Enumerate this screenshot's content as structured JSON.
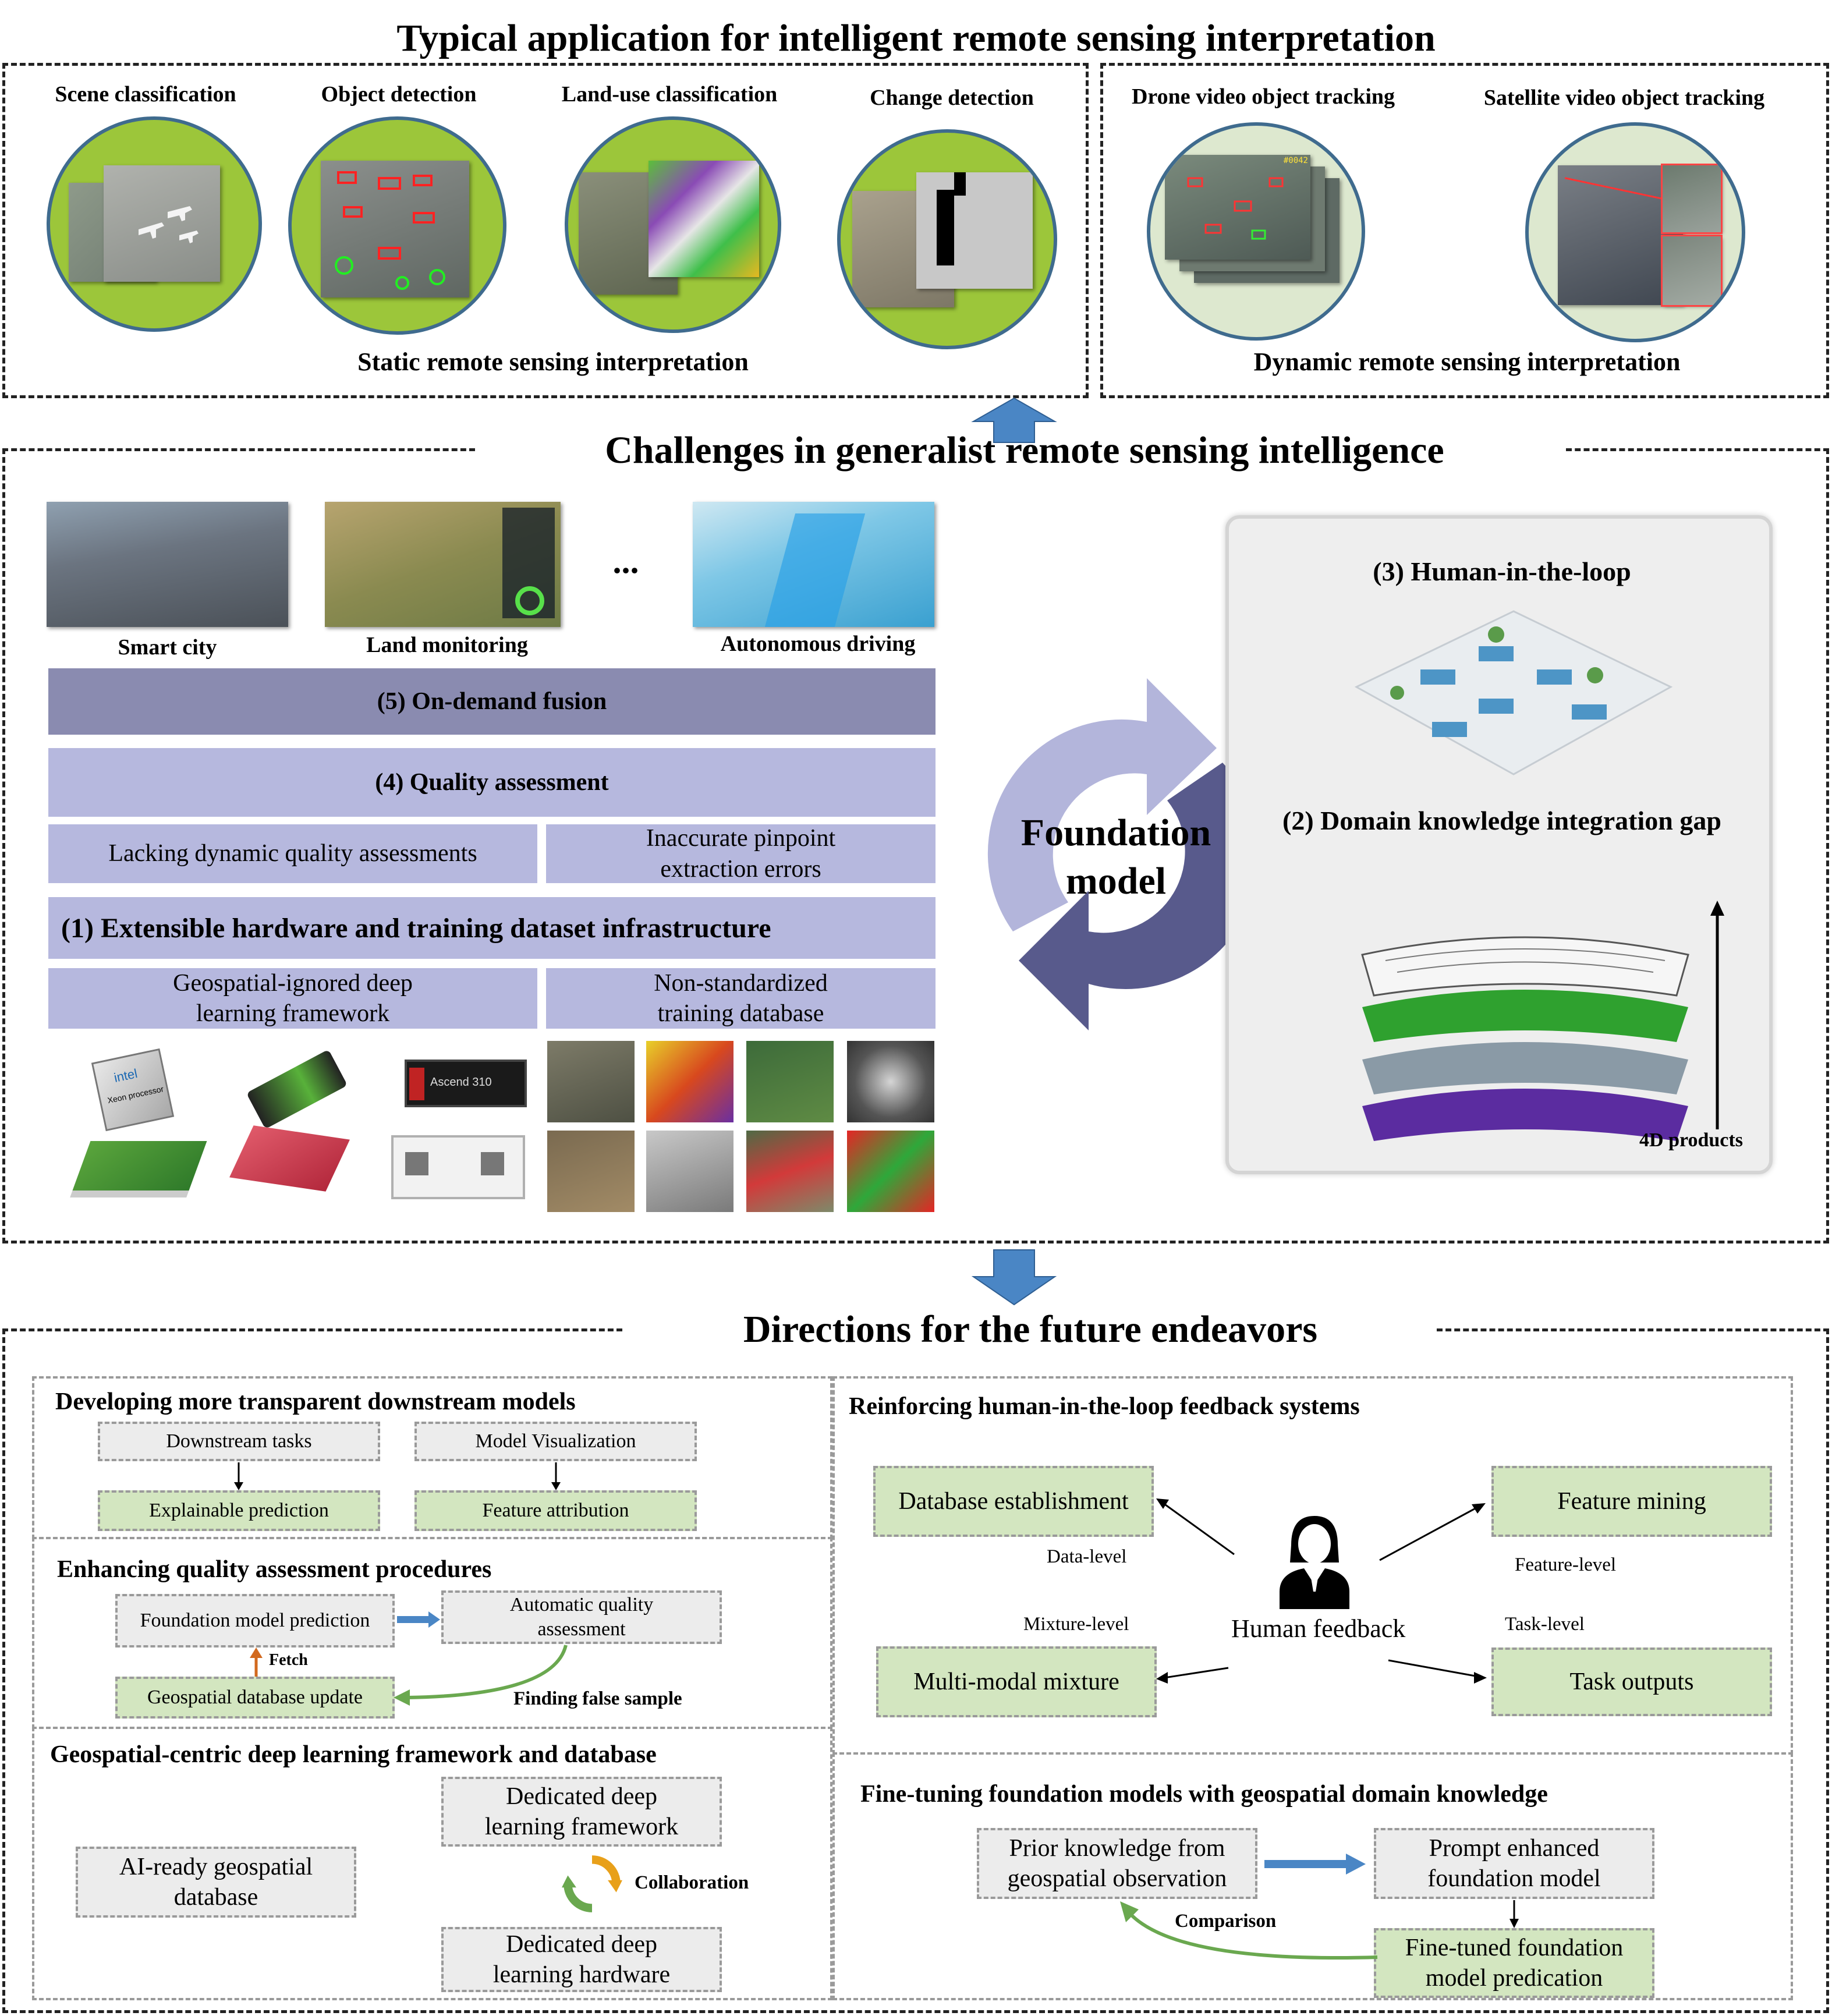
{
  "top": {
    "title": "Typical application for intelligent remote sensing interpretation",
    "static_label": "Static remote sensing interpretation",
    "dynamic_label": "Dynamic remote sensing interpretation",
    "apps": [
      "Scene classification",
      "Object detection",
      "Land-use classification",
      "Change detection",
      "Drone video object tracking",
      "Satellite video object tracking"
    ],
    "video_frame_text": "#0042"
  },
  "middle": {
    "title": "Challenges in generalist remote sensing intelligence",
    "scenarios": [
      "Smart city",
      "Land monitoring",
      "Autonomous driving"
    ],
    "ellipsis": "...",
    "fusion": "(5) On-demand fusion",
    "quality": "(4) Quality assessment",
    "lacking": "Lacking dynamic quality assessments",
    "inaccurate": "Inaccurate pinpoint extraction errors",
    "infra": "(1) Extensible hardware and training dataset infrastructure",
    "geo_ignored": "Geospatial-ignored deep learning framework",
    "non_std": "Non-standardized training database",
    "foundation": "Foundation model",
    "human_loop": "(3) Human-in-the-loop",
    "domain_gap": "(2) Domain knowledge integration gap",
    "products": "4D products",
    "chip_texts": [
      "intel",
      "Xeon processor",
      "Ascend 310"
    ]
  },
  "bottom": {
    "title": "Directions for the future endeavors",
    "transparent": {
      "title": "Developing more transparent downstream models",
      "downstream": "Downstream tasks",
      "visualization": "Model Visualization",
      "explainable": "Explainable prediction",
      "attribution": "Feature attribution"
    },
    "quality": {
      "title": "Enhancing quality assessment procedures",
      "prediction": "Foundation model prediction",
      "automatic": "Automatic quality assessment",
      "update": "Geospatial database update",
      "fetch": "Fetch",
      "false_sample": "Finding false sample"
    },
    "framework": {
      "title": "Geospatial-centric deep learning framework and database",
      "dedicated_fw": "Dedicated deep learning framework",
      "ai_ready": "AI-ready geospatial database",
      "collaboration": "Collaboration",
      "dedicated_hw": "Dedicated deep learning hardware"
    },
    "feedback": {
      "title": "Reinforcing human-in-the-loop feedback systems",
      "database": "Database establishment",
      "feature_mining": "Feature mining",
      "data_level": "Data-level",
      "feature_level": "Feature-level",
      "mixture_level": "Mixture-level",
      "task_level": "Task-level",
      "human": "Human feedback",
      "multimodal": "Multi-modal mixture",
      "task_outputs": "Task outputs"
    },
    "finetune": {
      "title": "Fine-tuning foundation models with geospatial domain knowledge",
      "prior": "Prior knowledge from geospatial observation",
      "prompt": "Prompt enhanced foundation model",
      "finetuned": "Fine-tuned foundation model predication",
      "comparison": "Comparison"
    }
  },
  "colors": {
    "app_green": "#9cc63a",
    "app_pale": "#dde8cf",
    "bar_dark": "#8a8bb0",
    "bar_light": "#b6b8de",
    "arrow_blue": "#4a86c5",
    "box_green": "#d3e6c0",
    "box_gray": "#ececec",
    "cycle_light": "#b3b5db",
    "cycle_dark": "#585a8c"
  }
}
